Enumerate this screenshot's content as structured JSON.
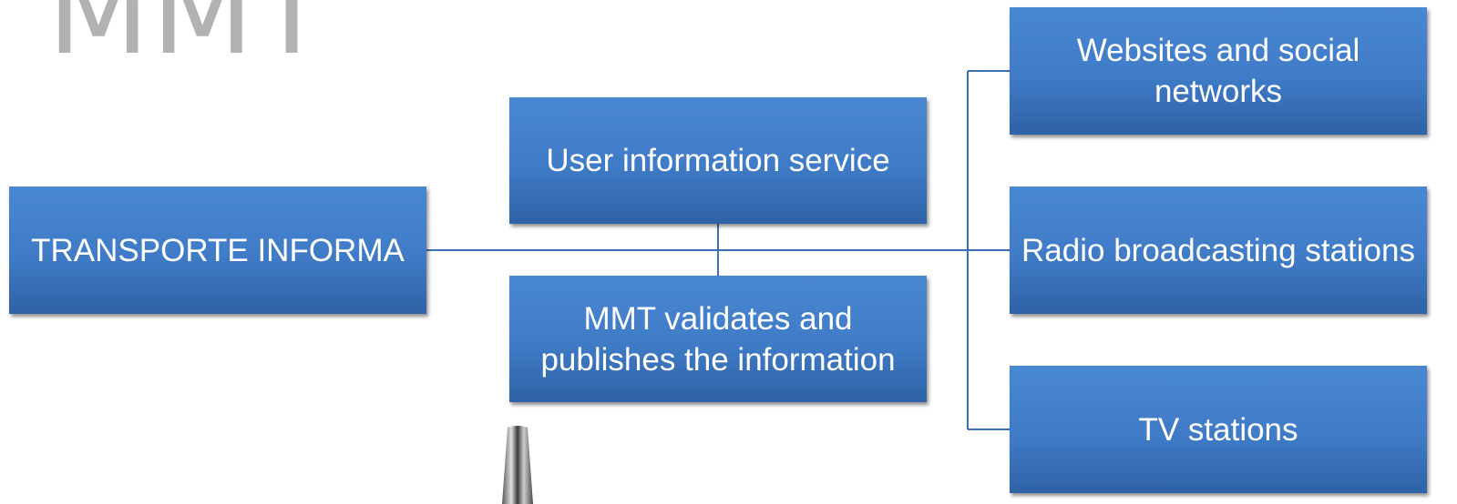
{
  "logo": {
    "text": "MMT"
  },
  "boxes": {
    "source": "TRANSPORTE INFORMA",
    "service": "User information service",
    "validation": "MMT validates and publishes the information",
    "websites": "Websites and social networks",
    "radio": "Radio broadcasting stations",
    "tv": "TV stations"
  },
  "colors": {
    "box_top": "#4a87d2",
    "box_bottom": "#2f62a6",
    "connector": "#3a6fb3",
    "logo": "#b2b2b2"
  }
}
